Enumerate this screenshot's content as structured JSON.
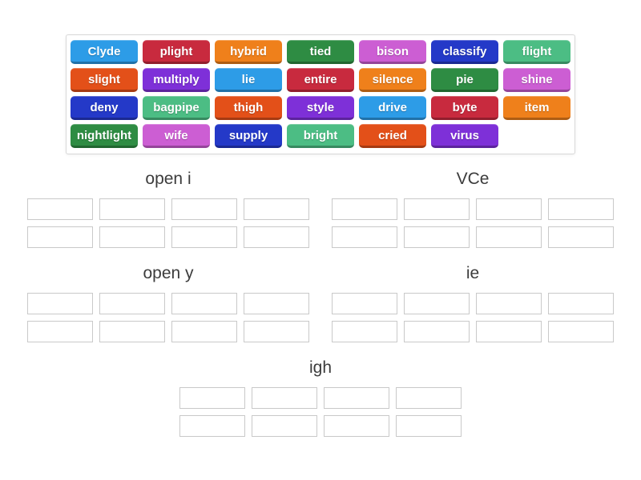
{
  "palette": {
    "blue": "#2D9CE7",
    "crimson": "#C82A3E",
    "orange": "#EF801B",
    "green": "#2E8C43",
    "orchid": "#CC5ED3",
    "royalblue": "#2439C8",
    "emerald": "#4CBD84",
    "vermillion": "#E35019",
    "purple": "#7E30D8"
  },
  "word_bank": {
    "rows": [
      [
        {
          "label": "Clyde",
          "color": "blue"
        },
        {
          "label": "plight",
          "color": "crimson"
        },
        {
          "label": "hybrid",
          "color": "orange"
        },
        {
          "label": "tied",
          "color": "green"
        },
        {
          "label": "bison",
          "color": "orchid"
        },
        {
          "label": "classify",
          "color": "royalblue"
        },
        {
          "label": "flight",
          "color": "emerald"
        }
      ],
      [
        {
          "label": "slight",
          "color": "vermillion"
        },
        {
          "label": "multiply",
          "color": "purple"
        },
        {
          "label": "lie",
          "color": "blue"
        },
        {
          "label": "entire",
          "color": "crimson"
        },
        {
          "label": "silence",
          "color": "orange"
        },
        {
          "label": "pie",
          "color": "green"
        },
        {
          "label": "shine",
          "color": "orchid"
        }
      ],
      [
        {
          "label": "deny",
          "color": "royalblue"
        },
        {
          "label": "bagpipe",
          "color": "emerald"
        },
        {
          "label": "thigh",
          "color": "vermillion"
        },
        {
          "label": "style",
          "color": "purple"
        },
        {
          "label": "drive",
          "color": "blue"
        },
        {
          "label": "byte",
          "color": "crimson"
        },
        {
          "label": "item",
          "color": "orange"
        }
      ],
      [
        {
          "label": "nightlight",
          "color": "green"
        },
        {
          "label": "wife",
          "color": "orchid"
        },
        {
          "label": "supply",
          "color": "royalblue"
        },
        {
          "label": "bright",
          "color": "emerald"
        },
        {
          "label": "cried",
          "color": "vermillion"
        },
        {
          "label": "virus",
          "color": "purple"
        }
      ]
    ]
  },
  "groups": [
    {
      "title": "open i",
      "slot_count": "8"
    },
    {
      "title": "VCe",
      "slot_count": "8"
    },
    {
      "title": "open y",
      "slot_count": "8"
    },
    {
      "title": "ie",
      "slot_count": "8"
    },
    {
      "title": "igh",
      "slot_count": "8"
    }
  ]
}
